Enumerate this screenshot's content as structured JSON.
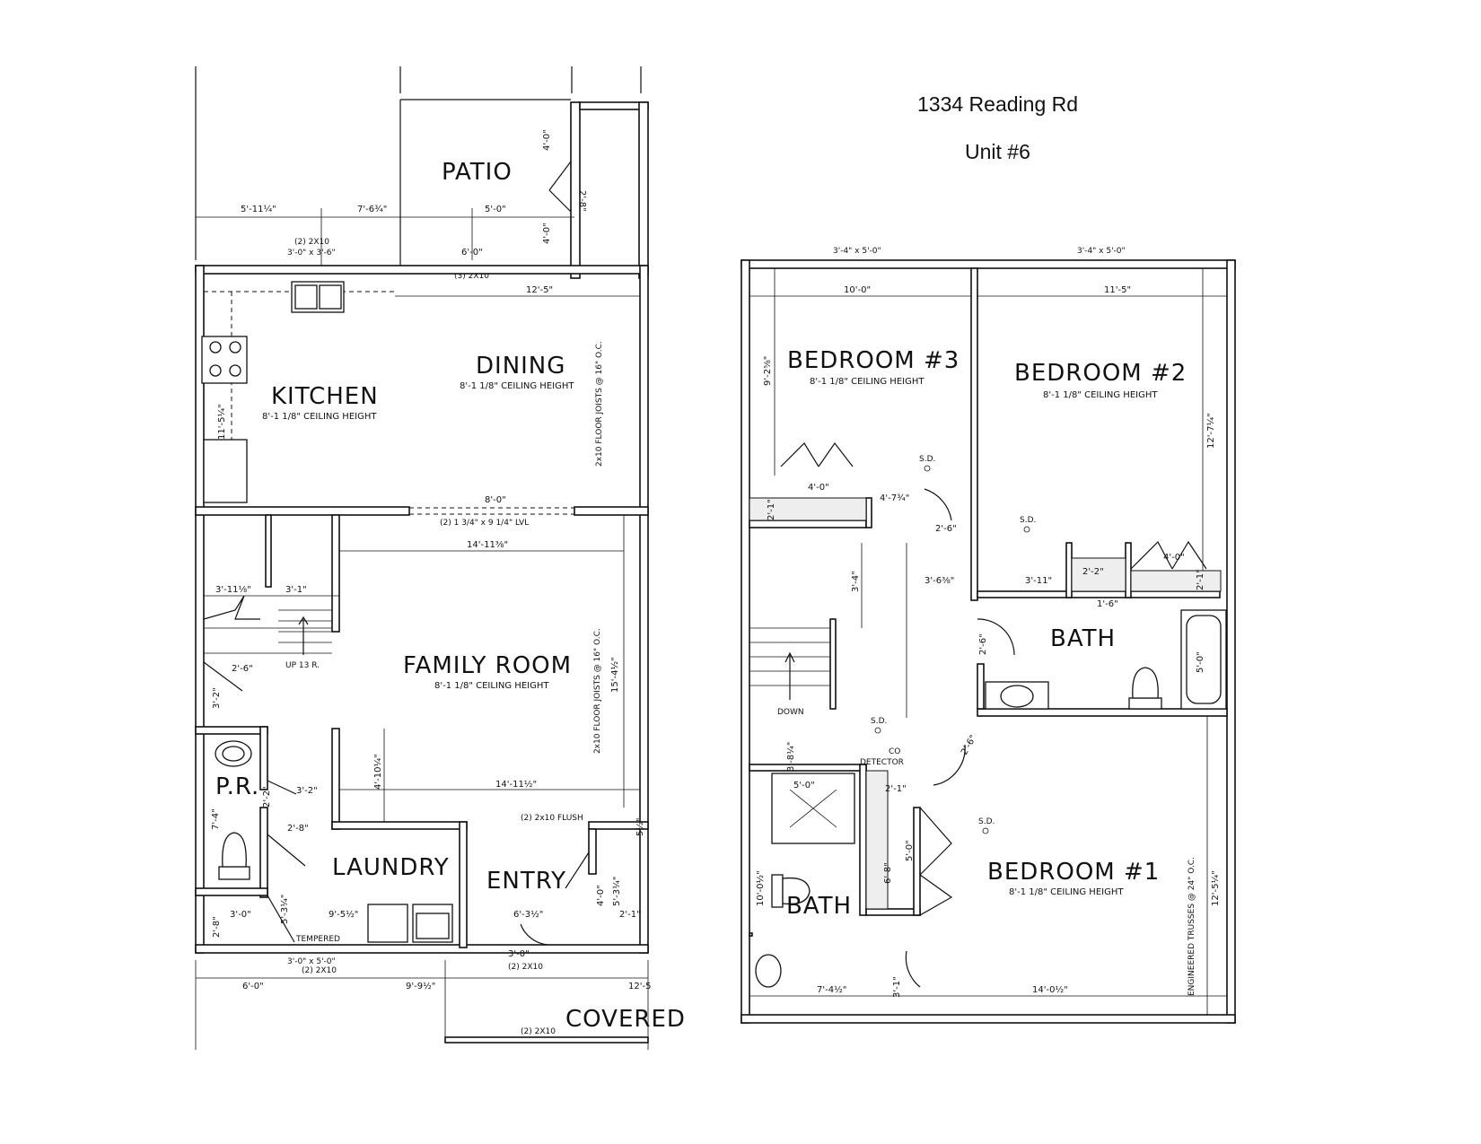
{
  "header": {
    "address": "1334 Reading Rd",
    "unit": "Unit #6"
  },
  "first_floor": {
    "rooms": {
      "patio": "PATIO",
      "dining": "DINING",
      "dining_ceiling": "8'-1 1/8\" CEILING HEIGHT",
      "kitchen": "KITCHEN",
      "kitchen_ceiling": "8'-1 1/8\" CEILING HEIGHT",
      "family_room": "FAMILY ROOM",
      "family_ceiling": "8'-1 1/8\" CEILING HEIGHT",
      "laundry": "LAUNDRY",
      "entry": "ENTRY",
      "pr": "P.R.",
      "covered": "COVERED"
    },
    "notes": {
      "floor_joists_dining": "2x10 FLOOR JOISTS @ 16\" O.C.",
      "floor_joists_family": "2x10 FLOOR JOISTS @ 16\" O.C.",
      "lvl": "(2) 1 3/4\" x 9 1/4\" LVL",
      "flush": "(2) 2x10 FLUSH",
      "header_window": "(2) 2X10",
      "window_size": "3'-0\" x 3'-6\"",
      "header_door": "(3) 2X10",
      "stair": "UP 13 R.",
      "tempered": "TEMPERED",
      "entry_window": "3'-0\" x 5'-0\"",
      "entry_header": "(2) 2X10",
      "entry_door_header": "(2) 2X10",
      "porch_header": "(2) 2X10"
    },
    "dims": {
      "top_a": "5'-11¼\"",
      "top_b": "7'-6¾\"",
      "top_c": "5'-0\"",
      "door_6": "6'-0\"",
      "patio_4a": "4'-0\"",
      "patio_4b": "4'-0\"",
      "patio_28": "2'-8\"",
      "dining_w": "12'-5\"",
      "kitchen_h": "11'-5¼\"",
      "opening": "8'-0\"",
      "family_w": "14'-11⅜\"",
      "stair_a": "3'-11⅛\"",
      "stair_b": "3'-1\"",
      "closet_door": "2'-6\"",
      "family_h": "15'-4½\"",
      "pr_h": "3'-2\"",
      "laundry_h": "4'-10¼\"",
      "family_w2": "14'-11½\"",
      "pr_door": "3'-2\"",
      "pr_small": "2'-2\"",
      "pr_lower": "7'-4\"",
      "door_28": "2'-8\"",
      "side_5": "5½\"",
      "laundry_d": "5'-3¼\"",
      "entry_closet": "4'-0\"",
      "entry_closet_b": "5'-3¼\"",
      "bot_a": "2'-8\"",
      "bot_b": "3'-0\"",
      "laundry_w": "9'-5½\"",
      "entry_w": "6'-3½\"",
      "entry_side": "2'-1\"",
      "front_door": "3'-0\"",
      "porch_a": "6'-0\"",
      "porch_b": "9'-9½\"",
      "porch_c": "12'-5"
    }
  },
  "second_floor": {
    "rooms": {
      "bed3": "BEDROOM #3",
      "bed3_ceiling": "8'-1 1/8\" CEILING HEIGHT",
      "bed2": "BEDROOM #2",
      "bed2_ceiling": "8'-1 1/8\" CEILING HEIGHT",
      "bath_hall": "BATH",
      "bed1": "BEDROOM #1",
      "bed1_ceiling": "8'-1 1/8\" CEILING HEIGHT",
      "bath_master": "BATH"
    },
    "notes": {
      "window_a": "3'-4\" x 5'-0\"",
      "window_b": "3'-4\" x 5'-0\"",
      "sd_1": "S.D.",
      "sd_2": "S.D.",
      "sd_3": "S.D.",
      "sd_4": "S.D.",
      "co_a": "CO",
      "co_b": "DETECTOR",
      "down": "DOWN",
      "trusses": "ENGINEERED TRUSSES @ 24\" O.C."
    },
    "dims": {
      "bed3_w": "10'-0\"",
      "bed2_w": "11'-5\"",
      "bed3_h": "9'-2⅝\"",
      "bed2_h": "12'-7¼\"",
      "closet3": "4'-0\"",
      "closet3_d": "2'-1\"",
      "hall_a": "4'-7¾\"",
      "door_26a": "2'-6\"",
      "stair_34": "3'-4\"",
      "hall_b": "3'-6⅜\"",
      "hall_c": "3'-11\"",
      "linen": "2'-2\"",
      "linen_d": "1'-6\"",
      "closet2": "4'-0\"",
      "closet2_d": "2'-1\"",
      "bath_door": "2'-6\"",
      "tub": "5'-0\"",
      "hall_h": "3'-8¼\"",
      "bed1_door": "2'-6\"",
      "shower": "5'-0\"",
      "wic_a": "2'-1\"",
      "wic_b": "6'-8\"",
      "wic_c": "5'-0\"",
      "mbath_h": "10'-0½\"",
      "bed1_h": "12'-5¼\"",
      "bot_a": "7'-4½\"",
      "bot_b": "14'-0½\"",
      "bot_c": "3'-1\""
    }
  }
}
